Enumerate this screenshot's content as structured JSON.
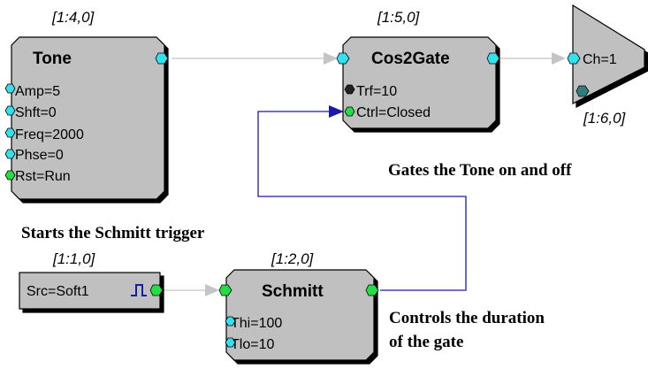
{
  "components": {
    "tone": {
      "coord": "[1:4,0]",
      "title": "Tone",
      "params": [
        "Amp=5",
        "Shft=0",
        "Freq=2000",
        "Phse=0",
        "Rst=Run"
      ]
    },
    "cos2gate": {
      "coord": "[1:5,0]",
      "title": "Cos2Gate",
      "params": [
        "Trf=10",
        "Ctrl=Closed"
      ]
    },
    "dacout": {
      "coord": "[1:6,0]",
      "label": "Ch=1"
    },
    "softtrig": {
      "coord": "[1:1,0]",
      "label": "Src=Soft1"
    },
    "schmitt": {
      "coord": "[1:2,0]",
      "title": "Schmitt",
      "params": [
        "Thi=100",
        "Tlo=10"
      ]
    }
  },
  "notes": {
    "gates": "Gates the Tone on and off",
    "starts": "Starts the Schmitt trigger",
    "controls_line1": "Controls the duration",
    "controls_line2": "of the gate"
  },
  "colors": {
    "block_fill": "#c0c0c0",
    "port_cyan": "#33e0ee",
    "port_green": "#22dd44",
    "port_dark": "#222222",
    "port_teal": "#2f7f7f",
    "wire_gray": "#c4c4c4",
    "wire_blue": "#1a1aaa"
  }
}
